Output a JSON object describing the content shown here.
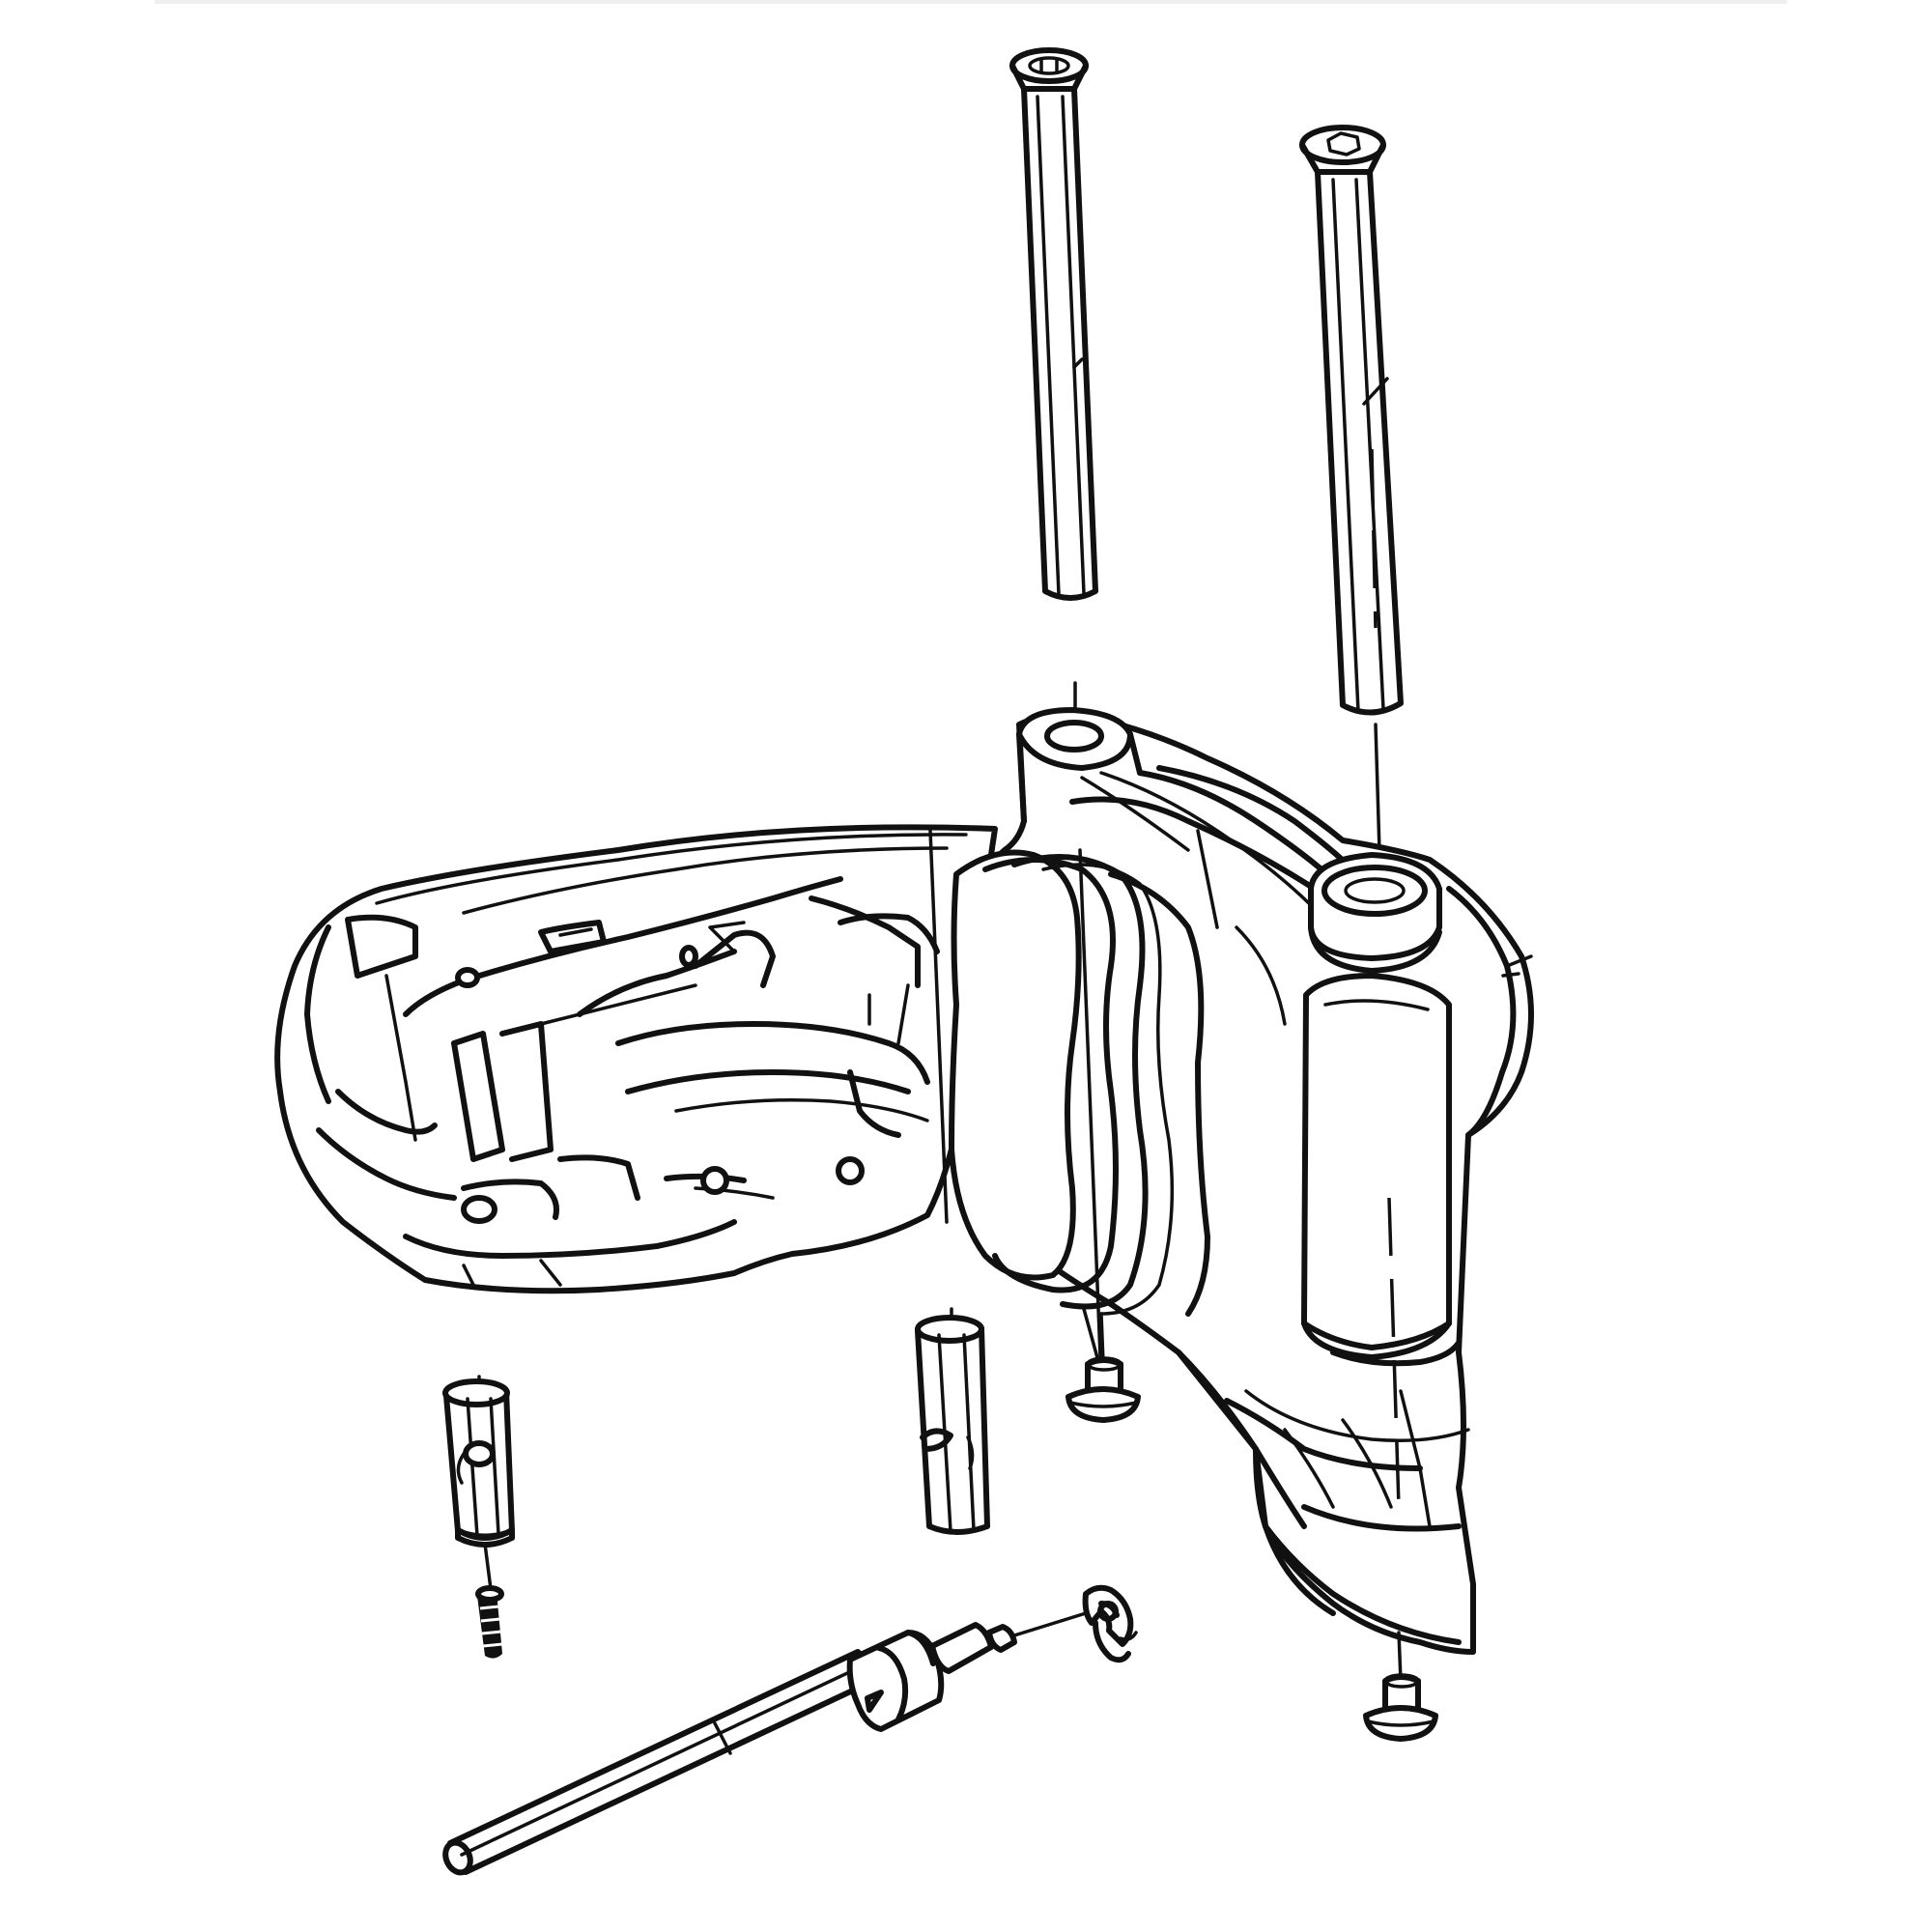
{
  "diagram": {
    "kind": "exploded-view line drawing",
    "colors": {
      "stroke": "#111111",
      "background": "#ffffff"
    },
    "parts": [
      {
        "name": "long-bolt-left",
        "icon": "countersunk-bolt-icon"
      },
      {
        "name": "long-bolt-right",
        "icon": "hex-socket-bolt-icon"
      },
      {
        "name": "main-housing",
        "icon": "housing-icon"
      },
      {
        "name": "small-screw-center",
        "icon": "screw-icon"
      },
      {
        "name": "small-screw-right",
        "icon": "screw-icon"
      },
      {
        "name": "pin-sleeve-left",
        "icon": "sleeve-icon"
      },
      {
        "name": "set-screw",
        "icon": "set-screw-icon"
      },
      {
        "name": "pin-sleeve-center",
        "icon": "sleeve-icon"
      },
      {
        "name": "axle-shaft",
        "icon": "shaft-icon"
      },
      {
        "name": "retaining-clip",
        "icon": "e-clip-icon"
      }
    ]
  }
}
